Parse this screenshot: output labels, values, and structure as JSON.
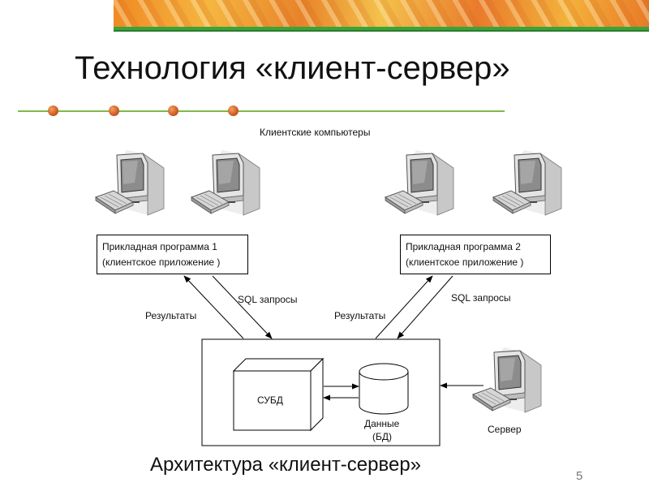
{
  "slide": {
    "title": "Технология «клиент-сервер»",
    "subtitle": "Архитектура «клиент-сервер»",
    "page_number": "5"
  },
  "diagram": {
    "clients_label": "Клиентские компьютеры",
    "app1": {
      "line1": "Прикладная программа 1",
      "line2": "(клиентское приложение )"
    },
    "app2": {
      "line1": "Прикладная программа 2",
      "line2": "(клиентское приложение )"
    },
    "sql_left": "SQL запросы",
    "sql_right": "SQL запросы",
    "results_left": "Результаты",
    "results_right": "Результаты",
    "dbms": "СУБД",
    "data_line1": "Данные",
    "data_line2": "(БД)",
    "server": "Сервер"
  },
  "colors": {
    "accent_green": "#3ca23c",
    "dot_orange": "#c8501a"
  },
  "icons": [
    "client-computer-icon",
    "server-computer-icon",
    "database-cylinder-icon"
  ]
}
